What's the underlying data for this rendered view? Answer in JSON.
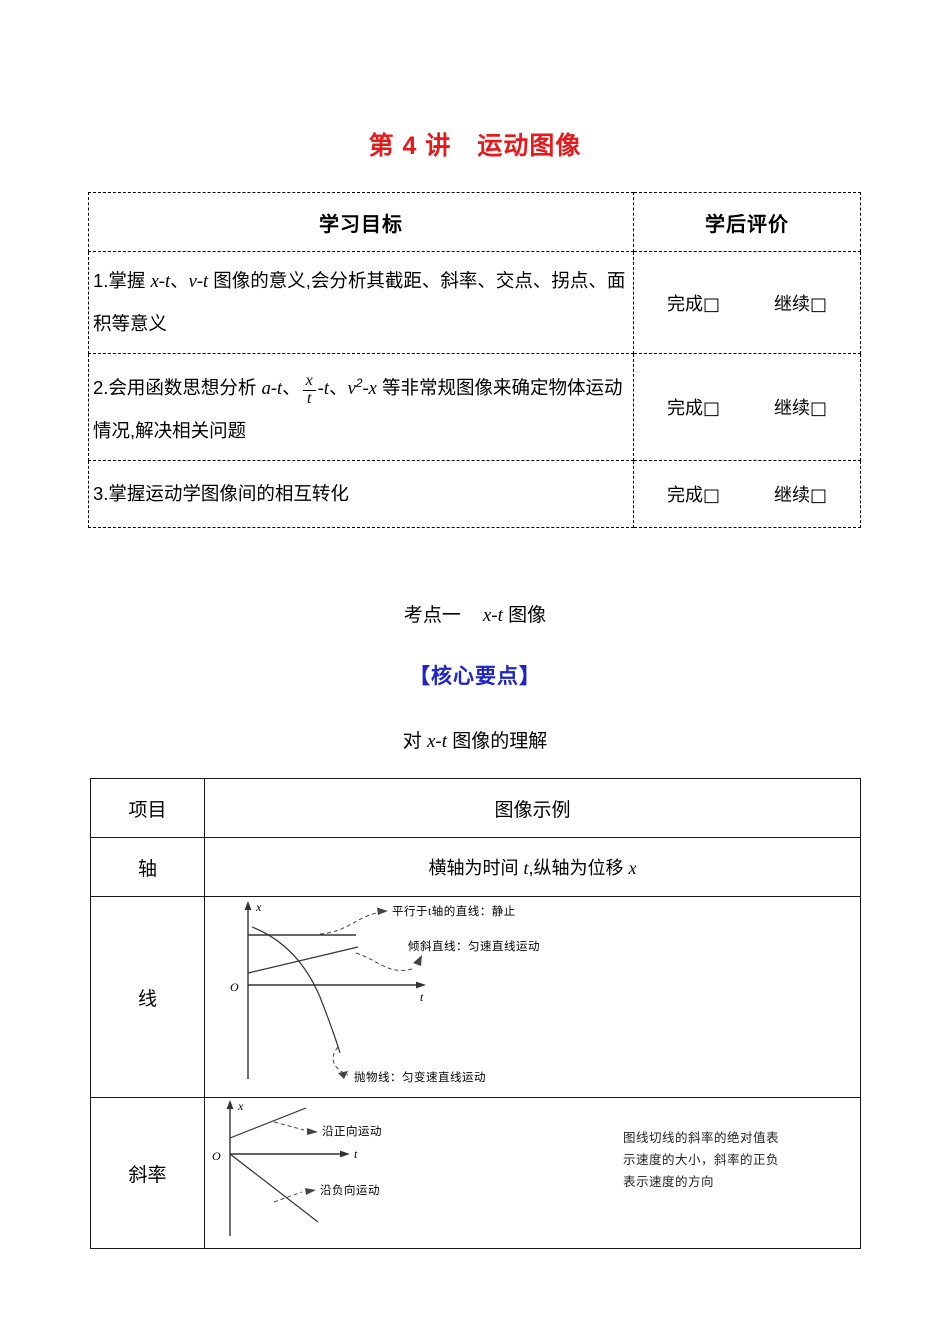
{
  "document": {
    "title_prefix": "第 4 讲",
    "title_main": "运动图像"
  },
  "goals_table": {
    "headers": {
      "goals": "学习目标",
      "evaluation": "学后评价"
    },
    "rows": [
      {
        "goal_pre": "1.掌握 ",
        "goal_it1": "x-t",
        "goal_mid1": "、",
        "goal_it2": "v-t",
        "goal_post": " 图像的意义,会分析其截距、斜率、交点、拐点、面积等意义",
        "done_label": "完成",
        "done_box": "□",
        "continue_label": "继续",
        "continue_box": "□"
      },
      {
        "goal_pre": "2.会用函数思想分析 ",
        "goal_it1": "a-t",
        "goal_mid1": "、",
        "frac_num": "x",
        "frac_den": "t",
        "goal_it2": "-t",
        "goal_mid2": "、",
        "goal_it3": "v",
        "goal_sup": "2",
        "goal_it4": "-x",
        "goal_post": " 等非常规图像来确定物体运动情况,解决相关问题",
        "done_label": "完成",
        "done_box": "□",
        "continue_label": "继续",
        "continue_box": "□"
      },
      {
        "goal_pre": "3.掌握运动学图像间的相互转化",
        "done_label": "完成",
        "done_box": "□",
        "continue_label": "继续",
        "continue_box": "□"
      }
    ]
  },
  "section": {
    "kaodian_label": "考点一",
    "kaodian_topic_it": "x-t",
    "kaodian_topic_post": " 图像",
    "core_points": "【核心要点】",
    "understand_pre": "对 ",
    "understand_it": "x-t",
    "understand_post": " 图像的理解"
  },
  "xt_table": {
    "headers": {
      "item": "项目",
      "example": "图像示例"
    },
    "rows": [
      {
        "label": "轴",
        "content_pre": "横轴为时间 ",
        "content_it1": "t",
        "content_mid": ",纵轴为位移 ",
        "content_it2": "x"
      },
      {
        "label": "线",
        "annotations": [
          "平行于t轴的直线：静止",
          "倾斜直线：匀速直线运动",
          "抛物线：匀变速直线运动"
        ],
        "axis_x": "x",
        "axis_t": "t",
        "origin": "O"
      },
      {
        "label": "斜率",
        "annotations": [
          "沿正向运动",
          "沿负向运动"
        ],
        "note_lines": [
          "图线切线的斜率的绝对值表",
          "示速度的大小，斜率的正负",
          "表示速度的方向"
        ],
        "axis_x": "x",
        "axis_t": "t",
        "origin": "O"
      }
    ]
  },
  "colors": {
    "title_red": "#e8191b",
    "core_blue": "#1f25c4",
    "border": "#1a1a1a"
  }
}
